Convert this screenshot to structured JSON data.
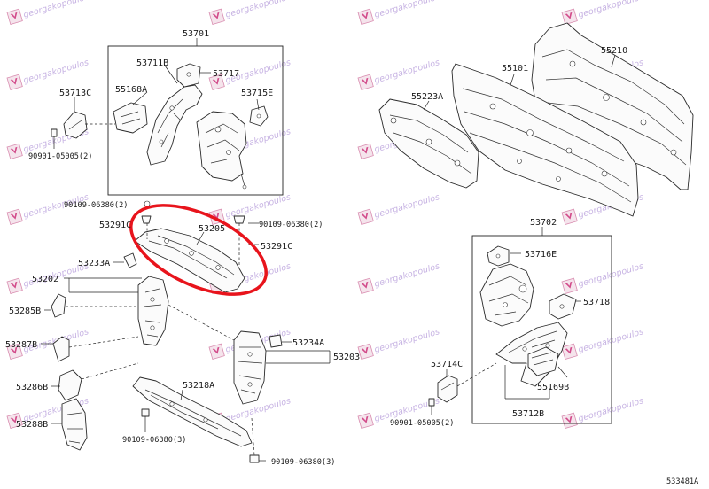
{
  "watermark": {
    "text": "georgakopoulos"
  },
  "labels": {
    "p53701": "53701",
    "p53711B": "53711B",
    "p55168A": "55168A",
    "p53717": "53717",
    "p53715E": "53715E",
    "p53713C": "53713C",
    "p90901_left": "90901-05005(2)",
    "p90109_a": "90109-06380(2)",
    "p90109_b": "90109-06380(2)",
    "p53291C_a": "53291C",
    "p53291C_b": "53291C",
    "p53205": "53205",
    "p53233A": "53233A",
    "p53202": "53202",
    "p53285B": "53285B",
    "p53287B": "53287B",
    "p53286B": "53286B",
    "p53288B": "53288B",
    "p53218A": "53218A",
    "p53234A": "53234A",
    "p53203": "53203",
    "p90109_c": "90109-06380(3)",
    "p90109_d": "90109-06380(3)",
    "p55210": "55210",
    "p55101": "55101",
    "p55223A": "55223A",
    "p53702": "53702",
    "p53716E": "53716E",
    "p53718": "53718",
    "p53714C": "53714C",
    "p55169B": "55169B",
    "p53712B": "53712B",
    "p90901_right": "90901-05005(2)",
    "drawing_code": "533481A"
  },
  "highlight": {
    "color": "#e8141c",
    "target": "53205"
  }
}
